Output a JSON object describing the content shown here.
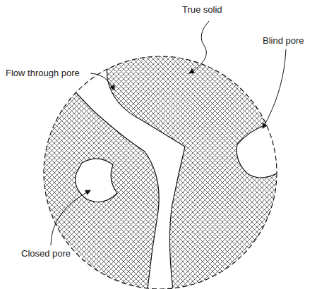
{
  "diagram": {
    "labels": [
      "True solid",
      "Flow through pore",
      "Blind pore",
      "Closed pore"
    ]
  }
}
